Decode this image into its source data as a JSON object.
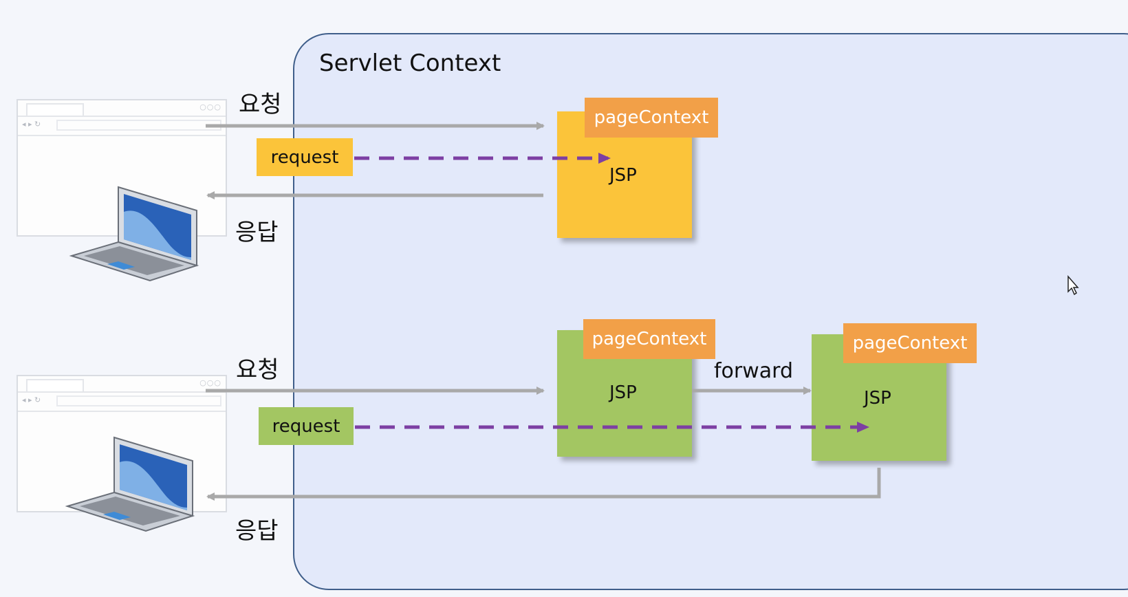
{
  "context": {
    "title": "Servlet Context"
  },
  "scenario_top": {
    "request_label": "요청",
    "response_label": "응답",
    "request_object": "request",
    "jsp": {
      "name": "JSP",
      "page_context": "pageContext"
    }
  },
  "scenario_bottom": {
    "request_label": "요청",
    "response_label": "응답",
    "request_object": "request",
    "forward_label": "forward",
    "jsp_source": {
      "name": "JSP",
      "page_context": "pageContext"
    },
    "jsp_target": {
      "name": "JSP",
      "page_context": "pageContext"
    }
  },
  "colors": {
    "servlet_context_fill": "#e3e9fa",
    "servlet_context_border": "#3f5e8a",
    "jsp_yellow": "#fbc43a",
    "jsp_green": "#a3c662",
    "page_context_orange": "#f2a048",
    "arrow_gray": "#a9a9a9",
    "dashed_purple": "#7d3fa3"
  },
  "icons": [
    "browser-window-icon",
    "laptop-icon",
    "mouse-cursor-icon"
  ]
}
